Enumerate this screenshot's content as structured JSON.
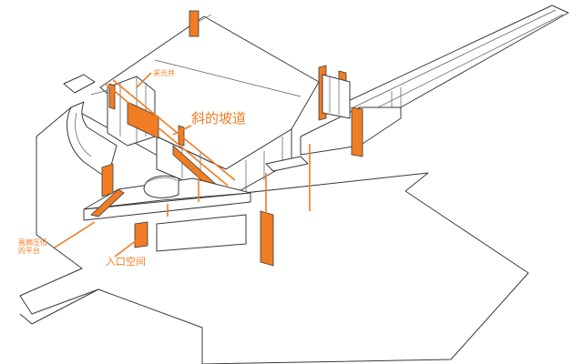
{
  "labels": {
    "skylight": "采光井",
    "ramp": "斜的坡道",
    "gallery_platform_line1": "画廊压低",
    "gallery_platform_line2": "的平台",
    "entrance_space": "入口空间"
  },
  "colors": {
    "highlight": "#f07d24",
    "ink": "#3a3a3a",
    "paper": "#ffffff"
  }
}
